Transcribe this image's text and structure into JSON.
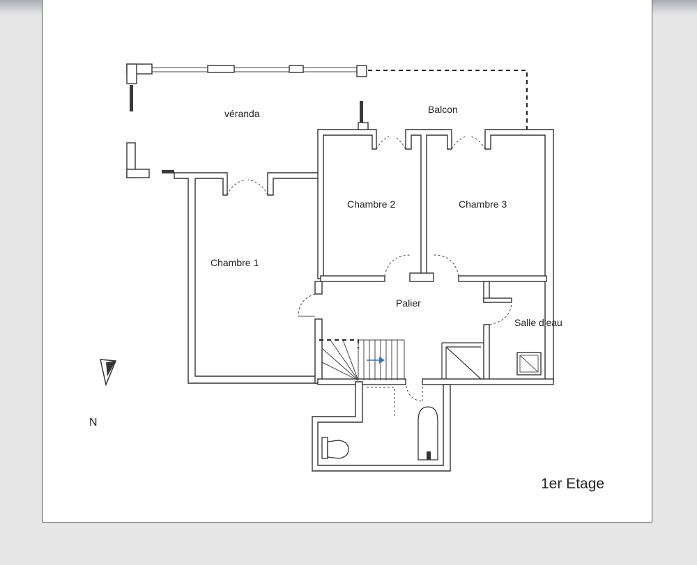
{
  "floor_label": "1er Etage",
  "north_label": "N",
  "rooms": {
    "veranda": "véranda",
    "balcon": "Balcon",
    "chambre1": "Chambre 1",
    "chambre2": "Chambre 2",
    "chambre3": "Chambre 3",
    "palier": "Palier",
    "salle_eau": "Salle d'eau"
  },
  "icons": [
    "north-arrow-icon",
    "toilet-icon",
    "bathtub-icon",
    "shower-tray-icon",
    "stair-direction-arrow-icon"
  ]
}
